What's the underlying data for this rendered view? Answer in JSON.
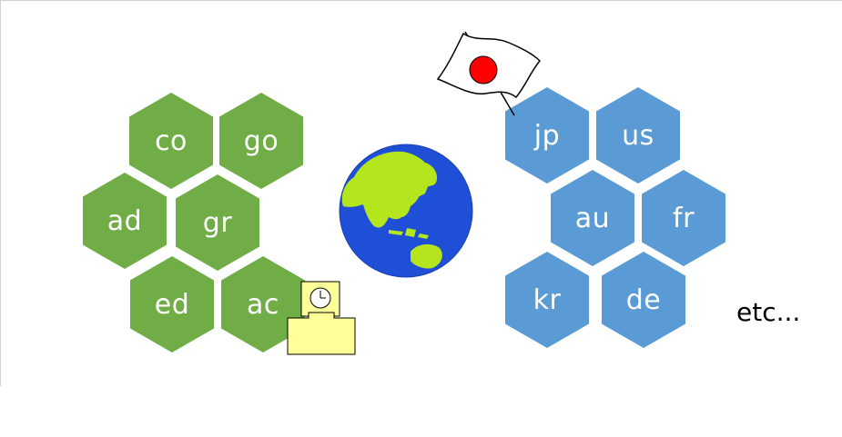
{
  "generic_domains": [
    "co",
    "go",
    "ad",
    "gr",
    "ed",
    "ac"
  ],
  "country_domains": [
    "jp",
    "us",
    "au",
    "fr",
    "kr",
    "de"
  ],
  "etc_label": "etc...",
  "colors": {
    "generic_hex": "#70ad47",
    "country_hex": "#5b9bd5",
    "globe_ocean": "#1f4fd6",
    "globe_land": "#b5e61d",
    "flag_circle": "#ff0000",
    "time_recorder": "#ffff99"
  },
  "icons": [
    "japan-flag-icon",
    "globe-icon",
    "time-recorder-icon"
  ]
}
